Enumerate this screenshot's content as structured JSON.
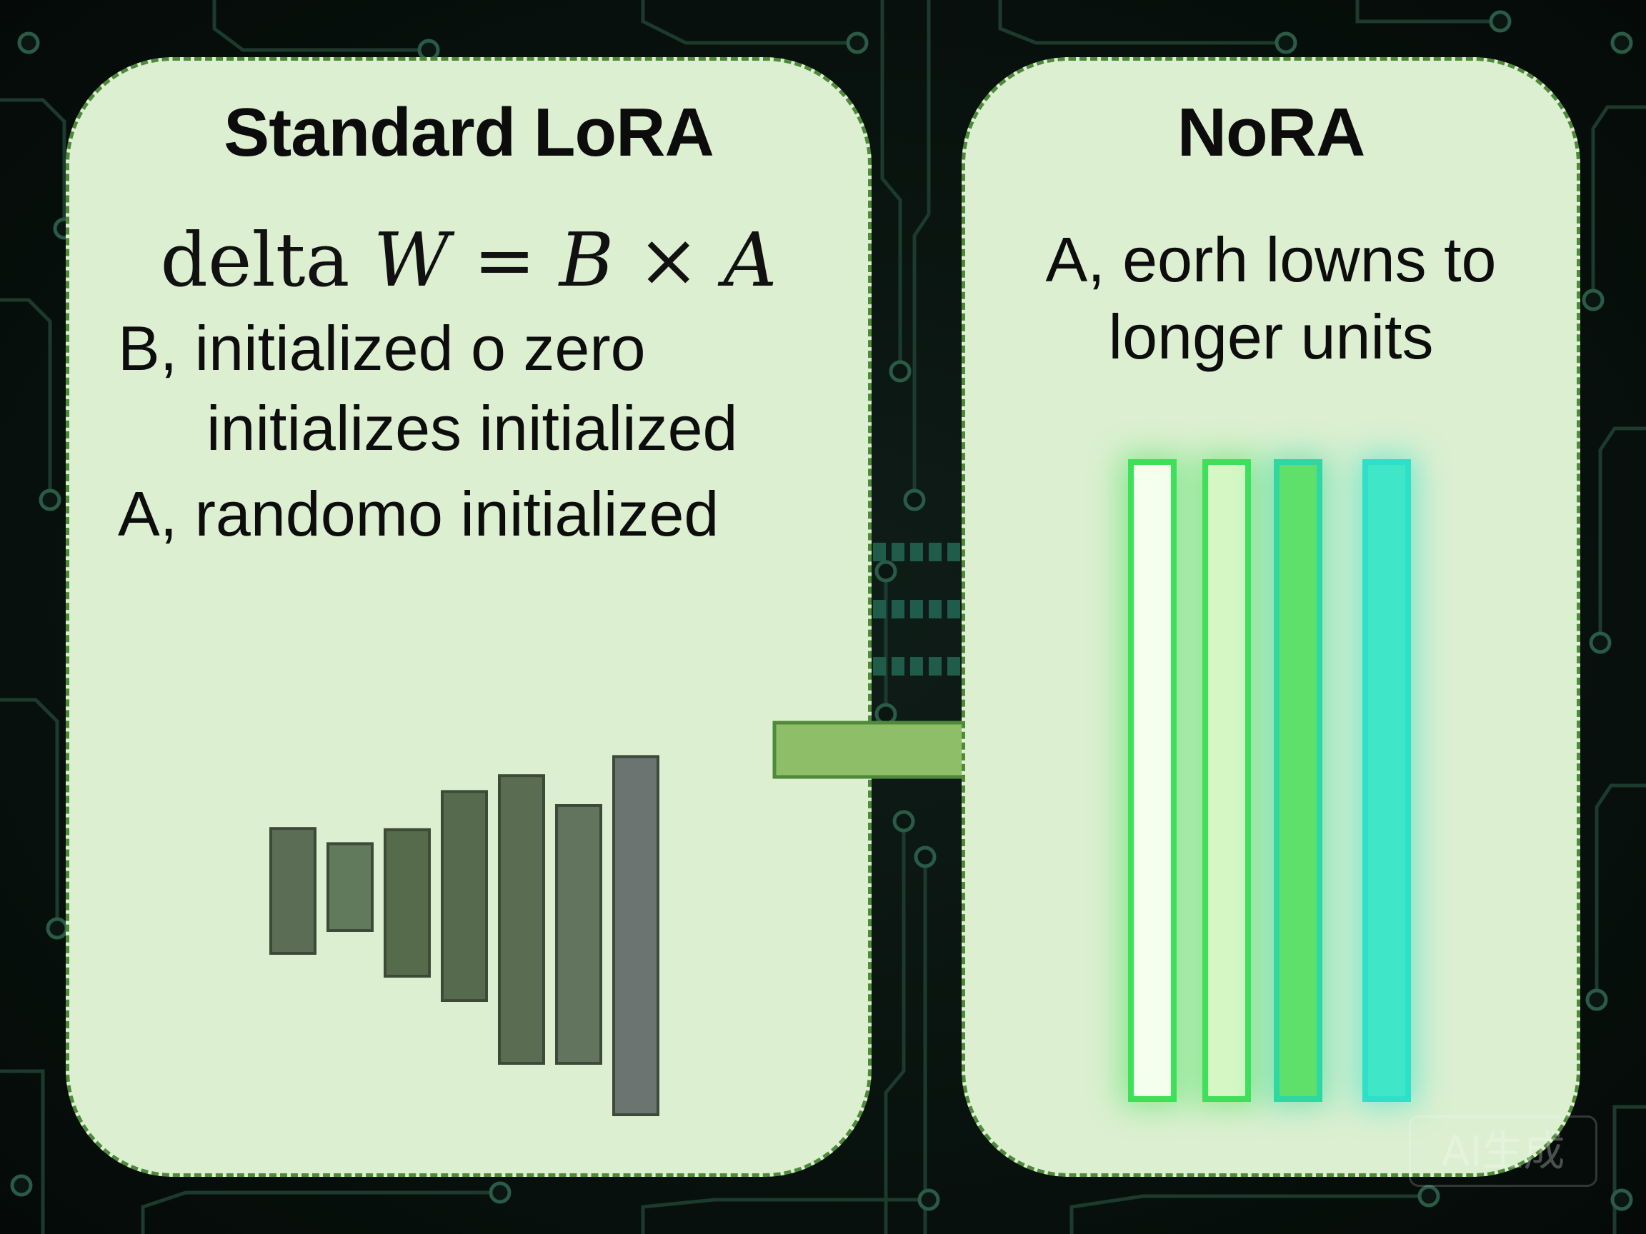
{
  "colors": {
    "panel_fill": "#dcefd0",
    "panel_border": "#4f8a3a",
    "arrow_fill": "#8fbe68",
    "arrow_stroke": "#4f8a3a",
    "circuit_line": "#1c3a2e",
    "background": "#07100c"
  },
  "left_panel": {
    "title": "Standard LoRA",
    "formula": {
      "prefix": "delta",
      "w": "W",
      "eq": "=",
      "b": "B",
      "times": "×",
      "a": "A"
    },
    "line1": "B, initialized o zero",
    "line2": "initializes initialized",
    "line3": "A, randomo initialized",
    "bars": [
      {
        "value": 0.46,
        "color": "#5b6e55"
      },
      {
        "value": 0.32,
        "color": "#617a5c"
      },
      {
        "value": 0.54,
        "color": "#556b4b"
      },
      {
        "value": 0.77,
        "color": "#566b4d"
      },
      {
        "value": 1.06,
        "color": "#5a6d52"
      },
      {
        "value": 0.95,
        "color": "#62745d"
      },
      {
        "value": 1.32,
        "color": "#6b7470"
      }
    ]
  },
  "right_panel": {
    "title": "NoRA",
    "line1": "A, eorh lowns to",
    "line2": "longer units",
    "bars": [
      {
        "value": 1.0,
        "fill": "#f4ffee",
        "glow": "#3ee05a"
      },
      {
        "value": 1.0,
        "fill": "#d4f7c4",
        "glow": "#3ee05a"
      },
      {
        "value": 1.0,
        "fill": "#5fe06a",
        "glow": "#2fd8a0"
      },
      {
        "value": 1.0,
        "fill": "#3fe6c8",
        "glow": "#2fe0c8"
      }
    ]
  },
  "watermark": "AI生成",
  "icons": {
    "arrow": "right-arrow-icon"
  }
}
